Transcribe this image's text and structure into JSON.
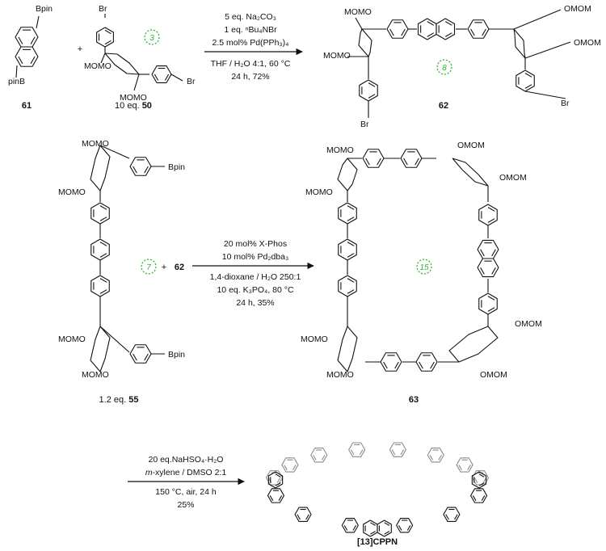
{
  "step1": {
    "reagent_a": {
      "label": "61",
      "groups": [
        "Bpin",
        "pinB"
      ]
    },
    "plus": "+",
    "reagent_b": {
      "equiv": "10 eq. ",
      "label": "50",
      "groups": [
        "Br",
        "MOMO",
        "MOMO",
        "Br"
      ]
    },
    "ring_size": "3",
    "conditions": [
      "5 eq. Na₂CO₃",
      "1 eq. ⁿBu₄NBr",
      "2.5 mol% Pd(PPh₃)₄"
    ],
    "conditions_below": [
      "THF / H₂O 4:1, 60 °C",
      "24 h, 72%"
    ],
    "product": {
      "label": "62",
      "ring_size": "8",
      "groups": [
        "MOMO",
        "MOMO",
        "OMOM",
        "OMOM",
        "Br",
        "Br"
      ]
    }
  },
  "step2": {
    "reagent_a": {
      "equiv": "1.2 eq. ",
      "label": "55",
      "ring_size": "7",
      "groups": [
        "MOMO",
        "Bpin",
        "MOMO",
        "MOMO",
        "MOMO",
        "Bpin"
      ]
    },
    "plus": "+",
    "reagent_b_label": "62",
    "conditions": [
      "20 mol% X-Phos",
      "10 mol% Pd₂dba₃"
    ],
    "conditions_below": [
      "1,4-dioxane / H₂O  250:1",
      "10 eq. K₃PO₄, 80 °C",
      "24 h, 35%"
    ],
    "product": {
      "label": "63",
      "ring_size": "15",
      "groups": [
        "MOMO",
        "MOMO",
        "OMOM",
        "OMOM",
        "MOMO",
        "MOMO",
        "OMOM",
        "OMOM"
      ]
    }
  },
  "step3": {
    "conditions": [
      "20 eq.NaHSO₄·H₂O",
      "m-xylene / DMSO  2:1"
    ],
    "conditions_below": [
      "150 °C, air, 24 h",
      "25%"
    ],
    "product": {
      "label": "[13]CPPN"
    }
  }
}
